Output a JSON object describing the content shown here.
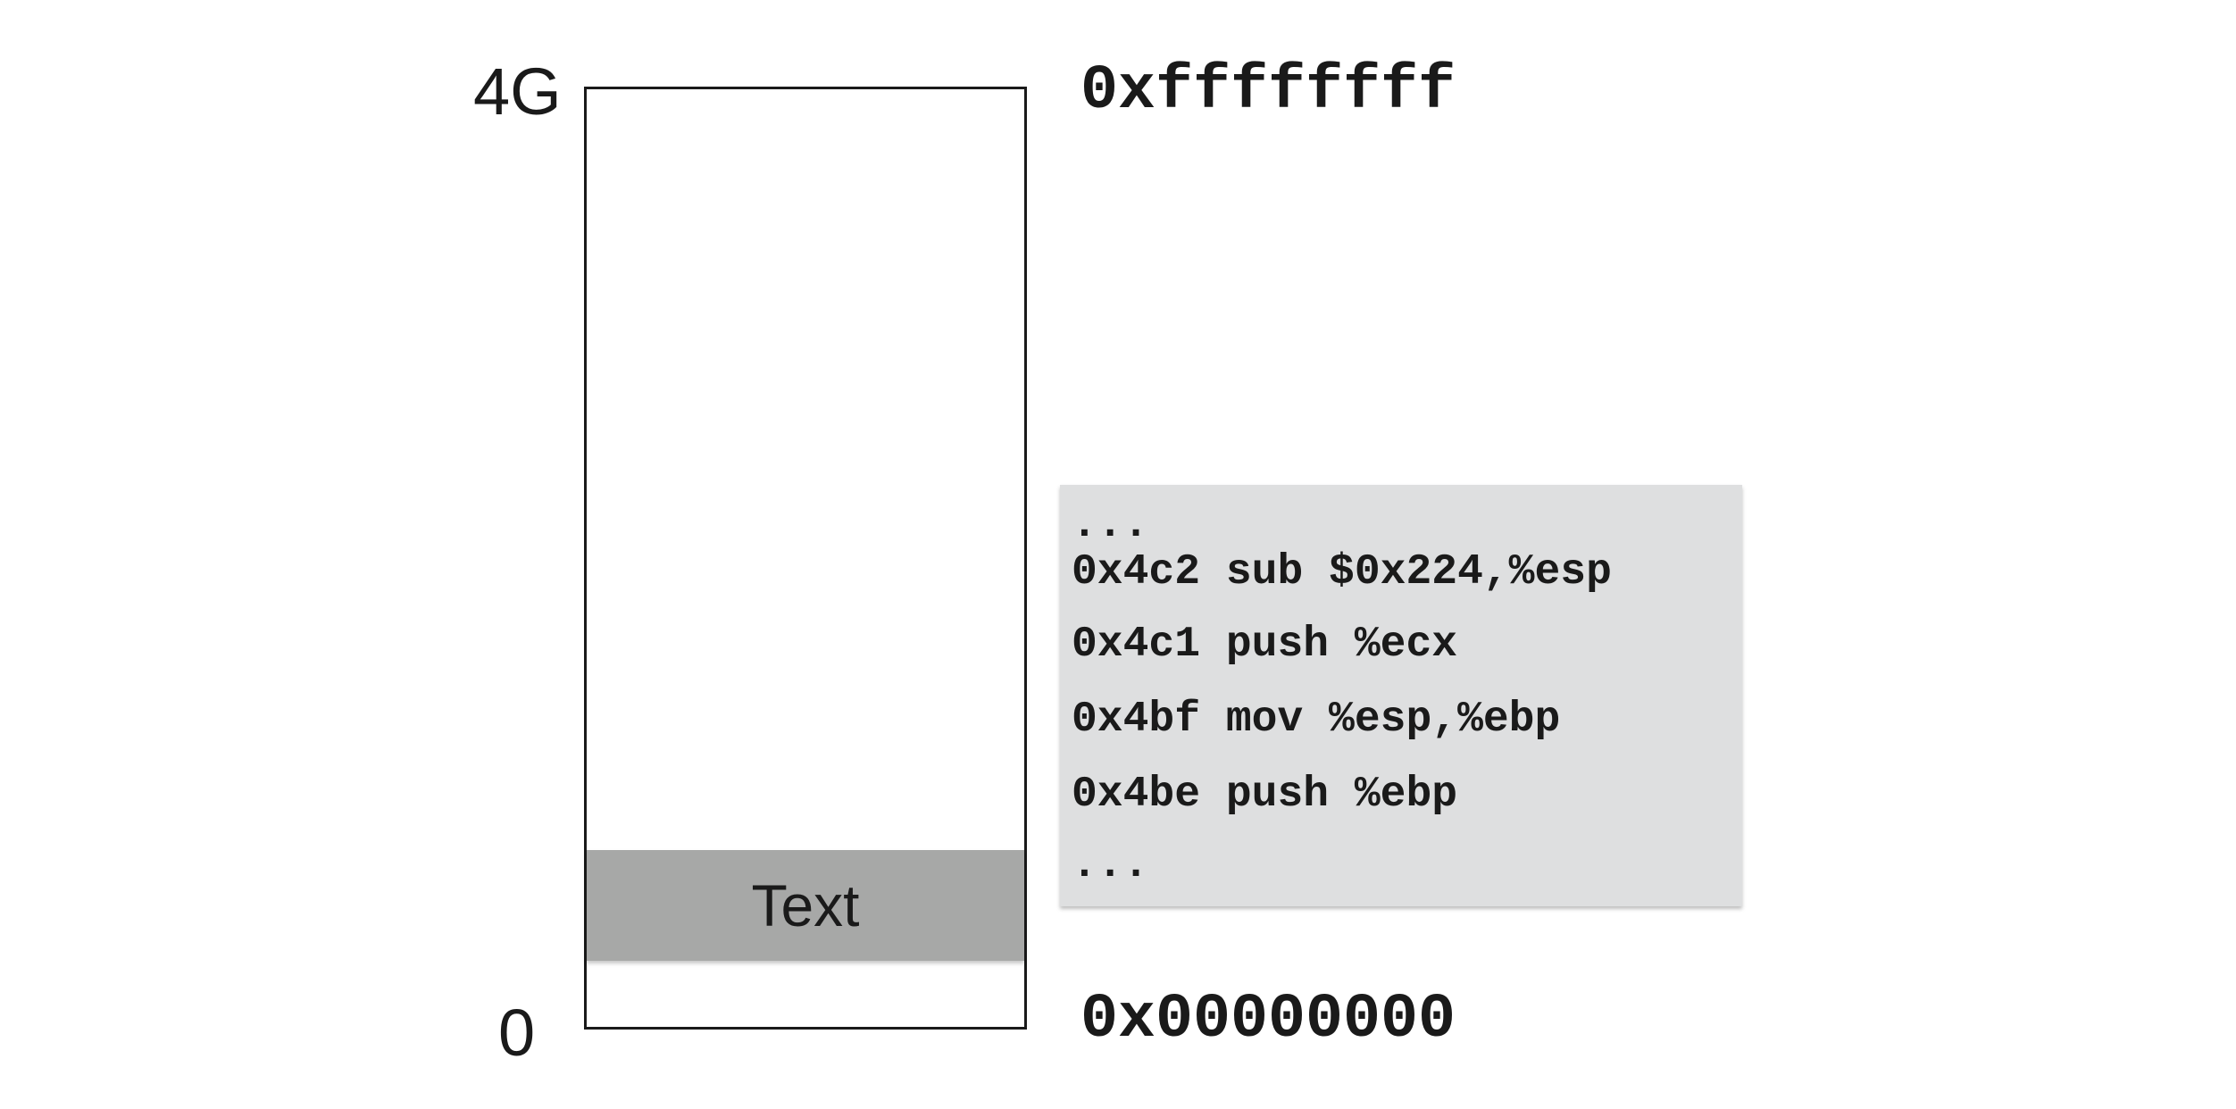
{
  "memory": {
    "top_size": "4G",
    "bottom_size": "0",
    "top_address": "0xffffffff",
    "bottom_address": "0x00000000",
    "segment_label": "Text"
  },
  "code_listing": {
    "lines": [
      "...",
      "0x4c2 sub $0x224,%esp",
      "0x4c1 push %ecx",
      "0x4bf mov %esp,%ebp",
      "0x4be push %ebp",
      "..."
    ]
  },
  "colors": {
    "text_segment": "#a7a8a7",
    "code_background": "#dedfe0",
    "ink": "#1a1a1a"
  }
}
